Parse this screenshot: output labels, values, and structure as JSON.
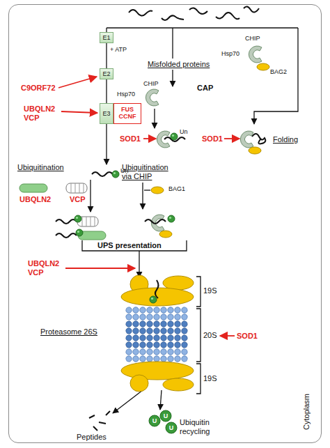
{
  "diagram": {
    "nodes": [
      {
        "text": [
          "Cytoplasm"
        ]
      },
      {
        "text": [
          "E1"
        ],
        "in": 0
      },
      {
        "text": [
          "E2"
        ],
        "in": 0
      },
      {
        "text": [
          "E3"
        ],
        "in": 0
      },
      {
        "text": [
          "FUS CCNF"
        ],
        "in": 0
      }
    ],
    "edges": [
      {
        "from": 1,
        "to": 2,
        "arrow": "none"
      },
      {
        "from": 2,
        "to": 3,
        "arrow": "none"
      }
    ],
    "labels": [
      "+ ATP",
      "C9ORF72",
      "UBQLN2 VCP",
      "Misfolded proteins",
      "CHIP",
      "Hsp70",
      "CAP",
      "CHIP",
      "Hsp70",
      "BAG2",
      "SOD1",
      "SOD1",
      "Folding",
      "Ubiquitination",
      "Ubiquitination via CHIP",
      "Un",
      "Un",
      "UBQLN2",
      "VCP",
      "BAG1",
      "UPS presentation",
      "UBQLN2 VCP",
      "Proteasome 26S",
      "19S",
      "20S",
      "19S",
      "SOD1",
      "Peptides",
      "U",
      "U",
      "U",
      "Ubiquitin recycling"
    ]
  }
}
